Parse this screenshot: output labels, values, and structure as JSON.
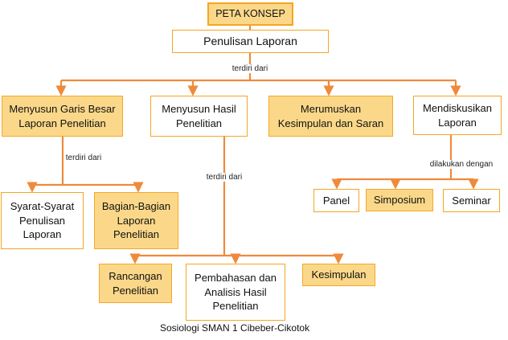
{
  "diagram": {
    "title": "PETA KONSEP",
    "root": "Penulisan Laporan",
    "connector_label": "terdiri dari",
    "branches": [
      "Menyusun Garis Besar\nLaporan Penelitian",
      "Menyusun Hasil\nPenelitian",
      "Merumuskan\nKesimpulan dan Saran",
      "Mendiskusikan\nLaporan"
    ],
    "branch1_label": "terdiri dari",
    "branch1_children": [
      "Syarat-Syarat\nPenulisan\nLaporan",
      "Bagian-Bagian\nLaporan\nPenelitian"
    ],
    "branch2_label": "terdiri dari",
    "branch2_children": [
      "Rancangan\nPenelitian",
      "Pembahasan dan\nAnalisis Hasil\nPenelitian",
      "Kesimpulan"
    ],
    "branch4_label": "dilakukan dengan",
    "branch4_children": [
      "Panel",
      "Simposium",
      "Seminar"
    ],
    "footer": "Sosiologi SMAN 1 Cibeber-Cikotok"
  },
  "colors": {
    "line": "#ef8a3c",
    "box_border": "#f5a623",
    "box_fill": "#fbd889",
    "plain_fill": "#ffffff"
  }
}
